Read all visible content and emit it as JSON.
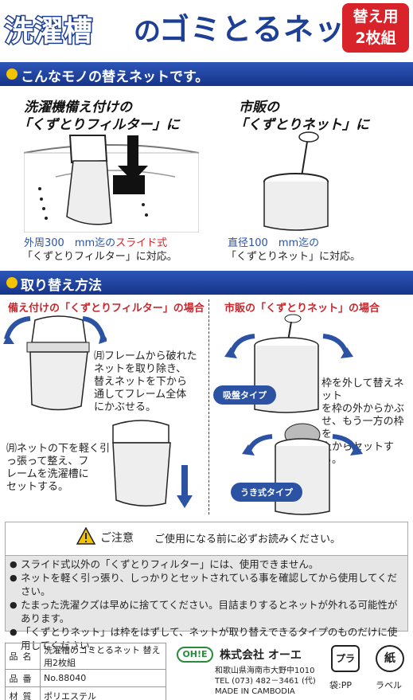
{
  "header": {
    "title_part1": "洗濯槽",
    "title_part2": "の",
    "title_part3": "ゴミとるネット",
    "badge_line1": "替え用",
    "badge_line2": "2枚組"
  },
  "section1": {
    "heading": "こんなモノの替えネットです。",
    "left": {
      "caption_line1": "洗濯機備え付けの",
      "caption_line2": "「くずとりフィルター」に",
      "note_part1": "外周300　mm迄の",
      "note_part2": "スライド式",
      "note_line2": "「くずとりフィルター」に対応。"
    },
    "right": {
      "caption_line1": "市販の",
      "caption_line2": "「くずとりネット」に",
      "note_line1": "直径100　mm迄の",
      "note_line2": "「くずとりネット」に対応。"
    }
  },
  "section2": {
    "heading": "取り替え方法",
    "left_title": "備え付けの「くずとりフィルター」の場合",
    "right_title": "市販の「くずとりネット」の場合",
    "step1": [
      "㈪フレームから破れた",
      "ネットを取り除き、",
      "替えネットを下から",
      "通してフレーム全体",
      "にかぶせる。"
    ],
    "step2": [
      "㈪ネットの下を軽く引",
      "っ張って整え、フ",
      "レームを洗濯槽に",
      "セットする。"
    ],
    "right_desc": [
      "枠を外して替えネット",
      "を枠の外からかぶ",
      "せ、もう一方の枠を",
      "上からセットする。"
    ],
    "pill1": "吸盤タイプ",
    "pill2": "うき式タイプ"
  },
  "notice": {
    "title": "ご注意",
    "subtitle": "ご使用になる前に必ずお読みください。",
    "items": [
      "スライド式以外の「くずとりフィルター」には、使用できません。",
      "ネットを軽く引っ張り、しっかりとセットされている事を確認してから使用してください。",
      "たまった洗濯クズは早めに捨ててください。目詰まりするとネットが外れる可能性があります。",
      "「くずとりネット」は枠をはずして、ネットが取り替えできるタイプのものだけに使用してください。"
    ]
  },
  "spec": {
    "rows": [
      {
        "key": "品名",
        "value": "洗濯槽のゴミとるネット 替え用2枚組"
      },
      {
        "key": "品番",
        "value": "No.88040"
      },
      {
        "key": "材質",
        "value": "ポリエステル"
      }
    ]
  },
  "maker": {
    "logo": "OH!E",
    "name": "株式会社 オーエ",
    "address": "和歌山県海南市大野中1010",
    "tel": "TEL (073) 482－3461 (代)",
    "origin": "MADE IN CAMBODIA"
  },
  "recycle": {
    "plastic_mark": "プラ",
    "plastic_label": "袋:PP",
    "paper_mark": "紙",
    "paper_label": "ラベル"
  },
  "colors": {
    "brand_blue": "#1d3f95",
    "accent_red": "#d8232a",
    "bullet_yellow": "#f3c300"
  }
}
